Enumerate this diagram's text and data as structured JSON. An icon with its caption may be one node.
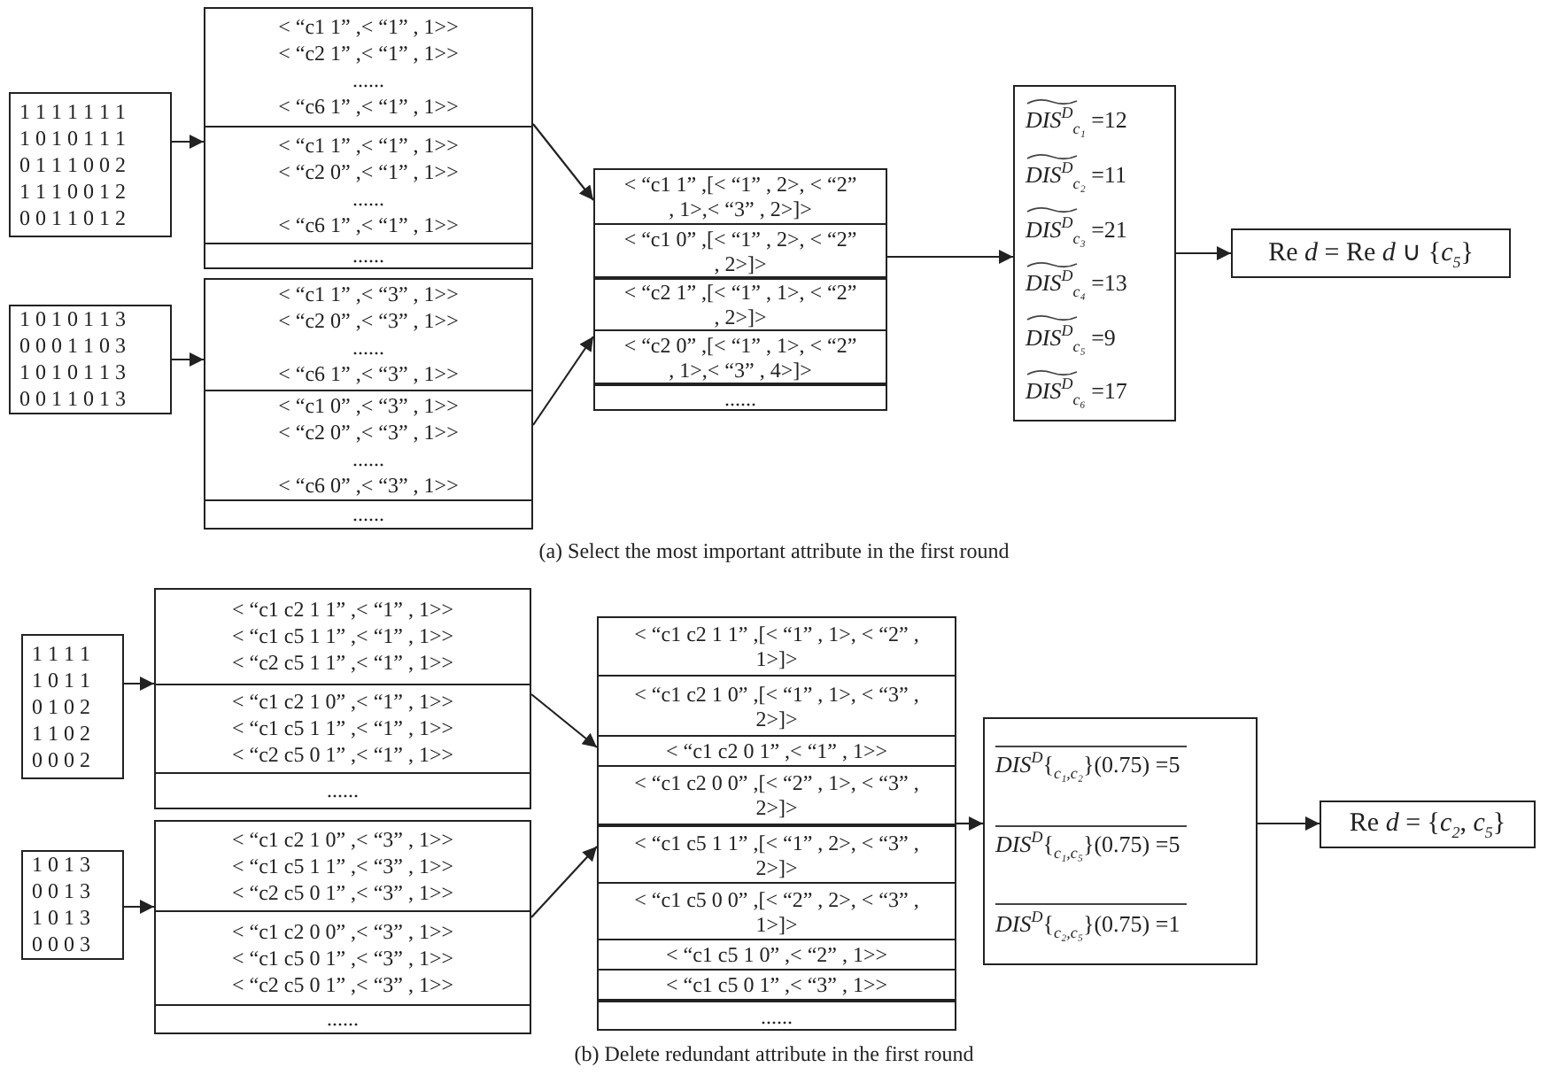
{
  "diagram": {
    "nodes": [
      {
        "text": [
          "1 1 1 1 1 1 1",
          "1 0 1 0 1 1 1",
          "0 1 1 1 0 0 2",
          "1 1 1 0 0 1 2",
          "0 0 1 1 0 1 2"
        ]
      },
      {
        "text": [],
        "shape": "box"
      },
      {
        "text": [
          "< “c1 1” ,< “1” , 1>>",
          "< “c2 1” ,< “1” , 1>>",
          "......",
          "< “c6 1” ,< “1” , 1>>"
        ],
        "in": 1
      },
      {
        "text": [
          "< “c1 1” ,< “1” , 1>>",
          "< “c2 0” ,< “1” , 1>>",
          "......",
          "< “c6 1” ,< “1” , 1>>"
        ],
        "in": 1
      },
      {
        "text": [
          "......"
        ],
        "in": 1
      },
      {
        "text": [
          "1 0 1 0 1 1 3",
          "0 0 0 1 1 0 3",
          "1 0 1 0 1 1 3",
          "0 0 1 1 0 1 3"
        ]
      },
      {
        "text": [],
        "shape": "box"
      },
      {
        "text": [
          "< “c1 1” ,< “3” , 1>>",
          "< “c2 0” ,< “3” , 1>>",
          "......",
          "< “c6 1” ,< “3” , 1>>"
        ],
        "in": 6
      },
      {
        "text": [
          "< “c1 0” ,< “3” , 1>>",
          "< “c2 0” ,< “3” , 1>>",
          "......",
          "< “c6 0” ,< “3” , 1>>"
        ],
        "in": 6
      },
      {
        "text": [
          "......"
        ],
        "in": 6
      },
      {
        "text": [],
        "shape": "box"
      },
      {
        "text": [
          "< “c1 1” ,[< “1” , 2>, < “2” , 1>,< “3” , 2>]>"
        ],
        "in": 10
      },
      {
        "text": [
          "< “c1 0” ,[< “1” , 2>, < “2” , 2>]>"
        ],
        "in": 10
      },
      {
        "text": [
          "< “c2 1” ,[< “1” , 1>, < “2” , 2>]>"
        ],
        "in": 10
      },
      {
        "text": [
          "< “c2 0” ,[< “1” , 1>, < “2” , 1>,< “3” , 4>]>"
        ],
        "in": 10
      },
      {
        "text": [
          "......"
        ],
        "in": 10
      },
      {
        "text": [
          "*DIS*$^{D}$$_{c₁}$ =12",
          "*DIS*$^{D}$$_{c₂}$ =11",
          "*DIS*$^{D}$$_{c₃}$ =21",
          "*DIS*$^{D}$$_{c₄}$ =13",
          "*DIS*$^{D}$$_{c₅}$ =9",
          "*DIS*$^{D}$$_{c₆}$ =17"
        ]
      },
      {
        "text": [
          "Re *d* = Re *d* ∪ {*c*$_{5}$}"
        ]
      },
      {
        "text": [
          "1 1 1 1",
          "1 0 1 1",
          "0 1 0 2",
          "1 1 0 2",
          "0 0 0 2"
        ]
      },
      {
        "text": [],
        "shape": "box"
      },
      {
        "text": [
          "< “c1 c2 1 1” ,< “1” , 1>>",
          "< “c1 c5 1 1” ,< “1” , 1>>",
          "< “c2 c5 1 1” ,< “1” , 1>>"
        ],
        "in": 19
      },
      {
        "text": [
          "< “c1 c2 1 0” ,< “1” , 1>>",
          "< “c1 c5 1 1” ,< “1” , 1>>",
          "< “c2 c5 0 1” ,< “1” , 1>>"
        ],
        "in": 19
      },
      {
        "text": [
          "......"
        ],
        "in": 19
      },
      {
        "text": [
          "1 0 1 3",
          "0 0 1 3",
          "1 0 1 3",
          "0 0 0 3"
        ]
      },
      {
        "text": [],
        "shape": "box"
      },
      {
        "text": [
          "< “c1 c2 1 0” ,< “3” , 1>>",
          "< “c1 c5 1 1” ,< “3” , 1>>",
          "< “c2 c5 0 1” ,< “3” , 1>>"
        ],
        "in": 24
      },
      {
        "text": [
          "< “c1 c2 0 0” ,< “3” , 1>>",
          "< “c1 c5 0 1” ,< “3” , 1>>",
          "< “c2 c5 0 1” ,< “3” , 1>>"
        ],
        "in": 24
      },
      {
        "text": [
          "......"
        ],
        "in": 24
      },
      {
        "text": [],
        "shape": "box"
      },
      {
        "text": [
          "< “c1 c2 1 1” ,[< “1” , 1>, < “2” , 1>]>"
        ],
        "in": 28
      },
      {
        "text": [
          "< “c1 c2 1 0” ,[< “1” , 1>, < “3” , 2>]>"
        ],
        "in": 28
      },
      {
        "text": [
          "< “c1 c2 0 1” ,< “1” , 1>>"
        ],
        "in": 28
      },
      {
        "text": [
          "< “c1 c2 0 0” ,[< “2” , 1>, < “3” , 2>]>"
        ],
        "in": 28
      },
      {
        "text": [
          "< “c1 c5 1 1” ,[< “1” , 2>, < “3” , 2>]>"
        ],
        "in": 28
      },
      {
        "text": [
          "< “c1 c5 0 0” ,[< “2” , 2>, < “3” , 1>]>"
        ],
        "in": 28
      },
      {
        "text": [
          "< “c1 c5 1 0” ,< “2” , 1>>"
        ],
        "in": 28
      },
      {
        "text": [
          "< “c1 c5 0 1” ,< “3” , 1>>"
        ],
        "in": 28
      },
      {
        "text": [
          "......"
        ],
        "in": 28
      },
      {
        "text": [
          "*DIS*$^{D}${$_{c₁,c₂}$}(0.75) =5",
          "*DIS*$^{D}${$_{c₁,c₅}$}(0.75) =5",
          "*DIS*$^{D}${$_{c₂,c₅}$}(0.75) =1"
        ]
      },
      {
        "text": [
          "Re *d* = {*c*$_{2}$, *c*$_{5}$}"
        ]
      }
    ],
    "edges": [
      {
        "from": 0,
        "to": 1,
        "arrow": "to"
      },
      {
        "from": 5,
        "to": 6,
        "arrow": "to"
      },
      {
        "from": 1,
        "to": 12,
        "arrow": "to"
      },
      {
        "from": 6,
        "to": 14,
        "arrow": "to"
      },
      {
        "from": 10,
        "to": 16,
        "arrow": "to"
      },
      {
        "from": 16,
        "to": 17,
        "arrow": "to"
      },
      {
        "from": 18,
        "to": 19,
        "arrow": "to"
      },
      {
        "from": 23,
        "to": 24,
        "arrow": "to"
      },
      {
        "from": 19,
        "to": 31,
        "arrow": "to"
      },
      {
        "from": 24,
        "to": 33,
        "arrow": "to"
      },
      {
        "from": 28,
        "to": 38,
        "arrow": "to"
      },
      {
        "from": 38,
        "to": 39,
        "arrow": "to"
      }
    ],
    "labels": [
      "(a) Select the most important attribute in the first round",
      "(b) Delete redundant attribute in the first round"
    ]
  }
}
